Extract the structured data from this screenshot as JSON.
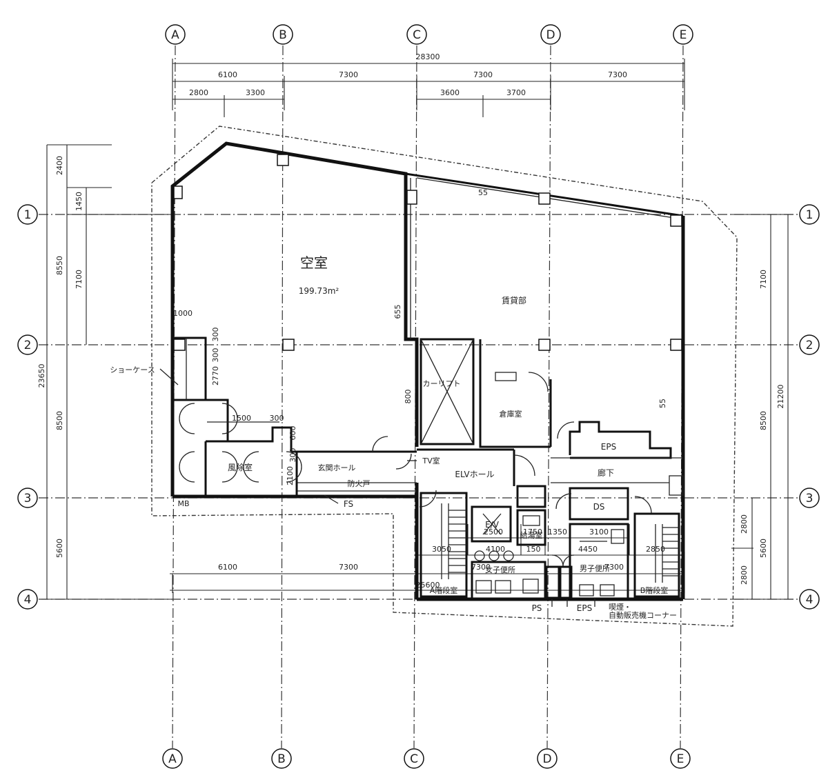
{
  "grid": {
    "columns": [
      "A",
      "B",
      "C",
      "D",
      "E"
    ],
    "rows": [
      "1",
      "2",
      "3",
      "4"
    ]
  },
  "dimensions": {
    "top_total": "28300",
    "top_spans": [
      "6100",
      "7300",
      "7300",
      "7300"
    ],
    "top_sub_left": [
      "2800",
      "3300"
    ],
    "top_sub_right": [
      "3600",
      "3700"
    ],
    "left_total": "23650",
    "left_segments": [
      "2400",
      "1450",
      "8550",
      "7100",
      "8500",
      "5600"
    ],
    "left_small": [
      "1000",
      "300",
      "300",
      "2770",
      "1500",
      "300",
      "600",
      "300",
      "2100"
    ],
    "right_total": "21200",
    "right_segments": [
      "7100",
      "8500",
      "5600",
      "2800",
      "2800"
    ],
    "bottom_total": "25600",
    "bottom_spans": [
      "6100",
      "7300",
      "7300",
      "7300"
    ],
    "bottom_row2": [
      "3050",
      "4100",
      "150",
      "4450",
      "2850"
    ],
    "bottom_row1": [
      "2500",
      "1750",
      "1350",
      "3100"
    ],
    "inner_marks": [
      "655",
      "800",
      "55",
      "55"
    ]
  },
  "rooms": {
    "vacant_title": "空室",
    "vacant_area": "199.73m²",
    "rental_note": "賃貸部",
    "showcase": "ショーケース",
    "waiting_room": "風除室",
    "entrance_hall": "玄関ホール",
    "tv_room": "TV室",
    "elv_hall": "ELVホール",
    "lift": "カーリフト",
    "storage": "倉庫室",
    "eps_top": "EPS",
    "corridor": "廊下",
    "ds": "DS",
    "ev": "E/V",
    "washroom": "給湯室",
    "womens_wc": "女子便所",
    "mens_wc": "男子便所",
    "stair_a": "A階段室",
    "stair_b": "B階段室",
    "mop": "MB",
    "fs": "FS",
    "ps": "PS",
    "eps_bottom": "EPS",
    "smoking_note": "喫煙・\n自動販売機コーナー",
    "fire_note": "防火戸"
  }
}
